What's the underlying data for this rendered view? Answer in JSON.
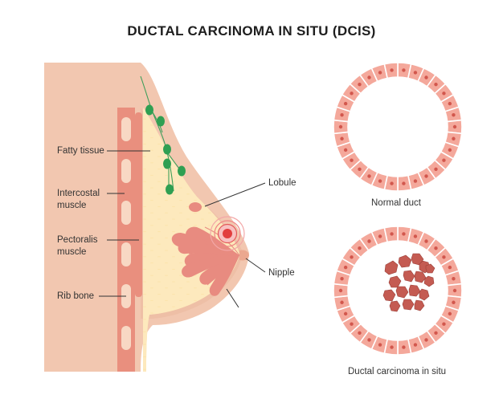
{
  "title": "DUCTAL CARCINOMA IN SITU (DCIS)",
  "labels": {
    "fatty_tissue": "Fatty tissue",
    "intercostal_muscle": "Intercostal\nmuscle",
    "pectoralis_muscle": "Pectoralis\nmuscle",
    "rib_bone": "Rib bone",
    "lobule": "Lobule",
    "nipple": "Nipple"
  },
  "captions": {
    "normal_duct": "Normal duct",
    "dcis": "Ductal carcinoma in situ"
  },
  "colors": {
    "skin": "#f2c7b0",
    "fat": "#fbe1a6",
    "muscle": "#e98f7e",
    "rib": "#f6d2bd",
    "lobule": "#e88b80",
    "lymph_node": "#2f9f52",
    "tumor": "#e23e3e",
    "cell": "#f4a89b",
    "nucleus": "#d2574d",
    "cancer_cell": "#c45b52"
  },
  "icons": [
    "lymph-node-icon",
    "tumor-target-icon"
  ]
}
